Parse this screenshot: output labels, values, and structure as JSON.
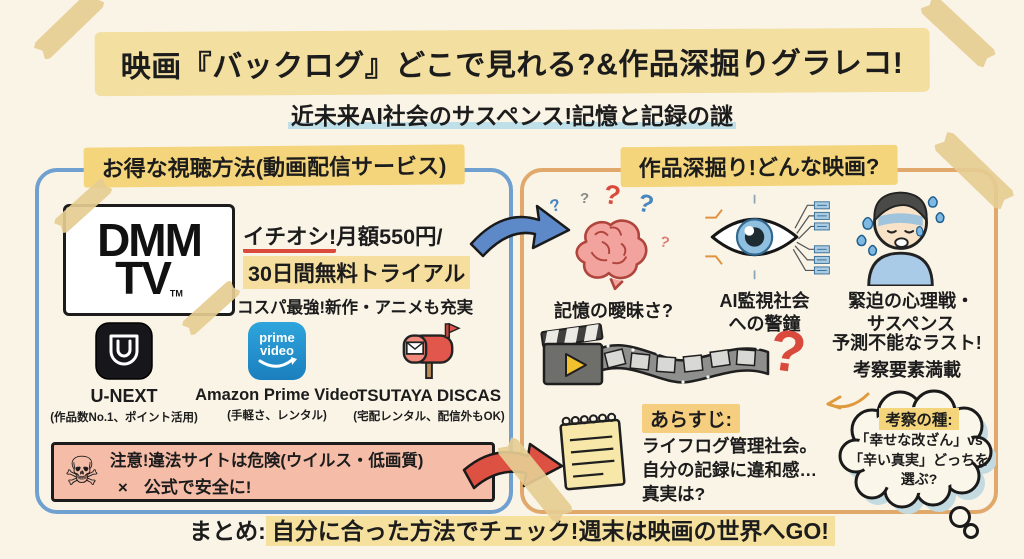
{
  "title": {
    "main": "映画『バックログ』どこで見れる?&作品深掘りグラレコ!",
    "subtitle": "近未来AI社会のサスペンス!記憶と記録の謎"
  },
  "left_panel": {
    "header": "お得な視聴方法(動画配信サービス)",
    "dmm": {
      "logo_top": "DMM",
      "logo_bottom": "TV",
      "trademark": "TM",
      "pitch_highlight": "イチオシ!",
      "pitch_rest": "月額550円/",
      "pitch_line2": "30日間無料トライアル",
      "pitch_line3": "コスパ最強!新作・アニメも充実"
    },
    "services": [
      {
        "name": "U-NEXT",
        "note": "(作品数No.1、ポイント活用)"
      },
      {
        "name": "Amazon Prime Video",
        "note": "(手軽さ、レンタル)",
        "icon_line1": "prime",
        "icon_line2": "video"
      },
      {
        "name": "TSUTAYA DISCAS",
        "note": "(宅配レンタル、配信外もOK)"
      }
    ],
    "warning": {
      "skull": "☠",
      "line1": "注意!違法サイトは危険(ウイルス・低画質)",
      "cross": "×",
      "line2": "公式で安全に!"
    }
  },
  "right_panel": {
    "header": "作品深掘り!どんな映画?",
    "question_mark": "?",
    "features": [
      {
        "label": "記憶の曖昧さ?"
      },
      {
        "line1": "AI監視社会",
        "line2": "への警鐘"
      },
      {
        "line1": "緊迫の心理戦・",
        "line2": "サスペンス"
      }
    ],
    "ending": {
      "line1": "予測不能なラスト!",
      "line2": "考察要素満載"
    },
    "synopsis": {
      "heading": "あらすじ:",
      "line1": "ライフログ管理社会。",
      "line2": "自分の記録に違和感…",
      "line3": "真実は?"
    },
    "thought": {
      "heading": "考察の種:",
      "line1": "「幸せな改ざん」vs",
      "line2": "「辛い真実」どっちを",
      "line3": "選ぶ?"
    }
  },
  "summary": {
    "prefix": "まとめ:",
    "highlight": "自分に合った方法でチェック!週末は映画の世界へGO!"
  },
  "colors": {
    "paper": "#FAF4E7",
    "highlight_yellow": "#F4D57C",
    "title_banner": "#F3DFA0",
    "tape": "#E6CC92",
    "left_border_blue": "#6FA0CF",
    "right_border_orange": "#E1A86C",
    "warning_pink": "#F5BCA8",
    "accent_red": "#D94A3D",
    "arrow_blue": "#5D89C8",
    "prime_blue": "#2196D0",
    "subtitle_underline": "#BFE0E8"
  }
}
